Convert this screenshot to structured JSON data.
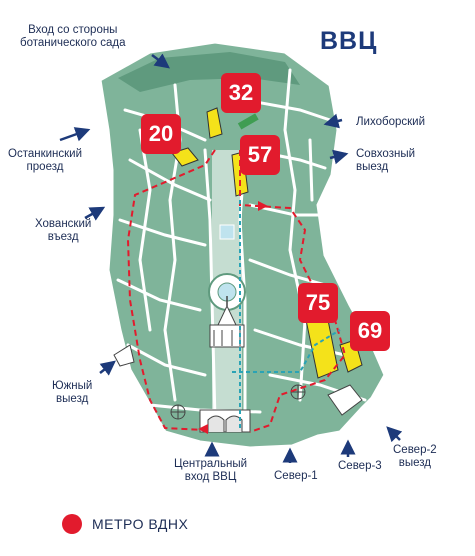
{
  "title": "ВВЦ",
  "labels": {
    "botanical": "Вход со стороны\nботанического сада",
    "likhoborsky": "Лихоборский",
    "sovkhozny": "Совхозный\nвыезд",
    "ostankinsky": "Останкинский\nпроезд",
    "khovansky": "Хованский\nвъезд",
    "yuzhny": "Южный\nвыезд",
    "central": "Центральный\nвход ВВЦ",
    "sever1": "Север-1",
    "sever3": "Север-3",
    "sever2": "Север-2\nвыезд"
  },
  "badges": {
    "b20": "20",
    "b32": "32",
    "b57": "57",
    "b75": "75",
    "b69": "69"
  },
  "legend": {
    "label": "МЕТРО ВДНХ"
  },
  "colors": {
    "park": "#7fb49a",
    "park_dark": "#5f9a7e",
    "road": "#ffffff",
    "route": "#e21b2d",
    "route_blue": "#2aa3b5",
    "badge": "#e21b2d",
    "building": "#f4e21a",
    "arrow": "#1d3a7a"
  },
  "icons": [
    "arrow-icon",
    "metro-dot-icon",
    "building-icon",
    "fountain-icon",
    "pavilion-icon",
    "arch-icon",
    "ferris-wheel-icon"
  ]
}
